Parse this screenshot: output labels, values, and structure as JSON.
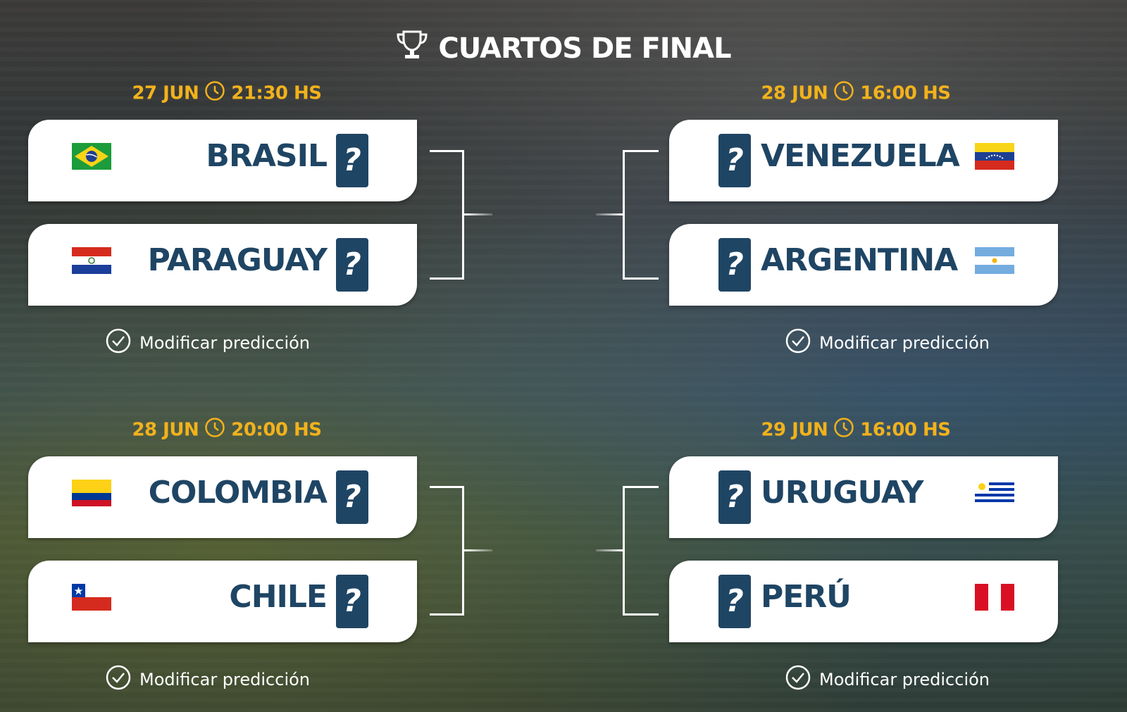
{
  "title": "CUARTOS DE FINAL",
  "colors": {
    "accent": "#f2b21b",
    "navy": "#1f4564"
  },
  "icons": {
    "title": "trophy-icon",
    "time": "clock-icon",
    "action": "check-circle-icon"
  },
  "matches": [
    {
      "date": "27 JUN",
      "time": "21:30 HS",
      "teams": [
        {
          "name": "BRASIL",
          "flag": "brazil-flag",
          "score": "?"
        },
        {
          "name": "PARAGUAY",
          "flag": "paraguay-flag",
          "score": "?"
        }
      ],
      "action": "Modificar predicción"
    },
    {
      "date": "28 JUN",
      "time": "16:00 HS",
      "teams": [
        {
          "name": "VENEZUELA",
          "flag": "venezuela-flag",
          "score": "?"
        },
        {
          "name": "ARGENTINA",
          "flag": "argentina-flag",
          "score": "?"
        }
      ],
      "action": "Modificar predicción"
    },
    {
      "date": "28 JUN",
      "time": "20:00 HS",
      "teams": [
        {
          "name": "COLOMBIA",
          "flag": "colombia-flag",
          "score": "?"
        },
        {
          "name": "CHILE",
          "flag": "chile-flag",
          "score": "?"
        }
      ],
      "action": "Modificar predicción"
    },
    {
      "date": "29 JUN",
      "time": "16:00 HS",
      "teams": [
        {
          "name": "URUGUAY",
          "flag": "uruguay-flag",
          "score": "?"
        },
        {
          "name": "PERÚ",
          "flag": "peru-flag",
          "score": "?"
        }
      ],
      "action": "Modificar predicción"
    }
  ]
}
